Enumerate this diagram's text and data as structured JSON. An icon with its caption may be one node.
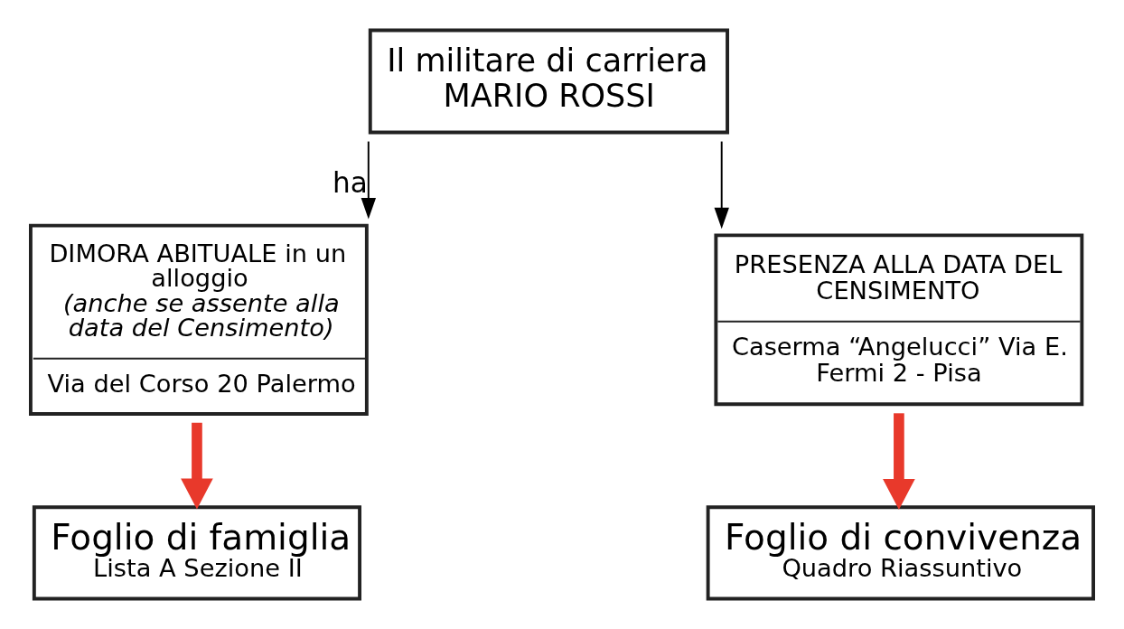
{
  "diagram": {
    "nodes": [
      {
        "text": [
          "Il militare di carriera",
          "MARIO ROSSI"
        ]
      },
      {
        "text": [
          "DIMORA ABITUALE in un alloggio",
          "(anche se assente alla data del Censimento)",
          "Via del Corso 20 Palermo"
        ]
      },
      {
        "text": [
          "PRESENZA ALLA DATA DEL CENSIMENTO",
          "Caserma “Angelucci” Via E. Fermi 2 - Pisa"
        ]
      },
      {
        "text": [
          "Foglio di famiglia",
          "Lista A Sezione II"
        ]
      },
      {
        "text": [
          "Foglio di convivenza",
          "Quadro Riassuntivo"
        ]
      }
    ],
    "edges": [
      {
        "from": 0,
        "to": 1,
        "arrow": "to",
        "label": "ha"
      },
      {
        "from": 0,
        "to": 2,
        "arrow": "to"
      },
      {
        "from": 1,
        "to": 3,
        "arrow": "to",
        "style": "thick",
        "color": "#e8392b"
      },
      {
        "from": 2,
        "to": 4,
        "arrow": "to",
        "style": "thick",
        "color": "#e8392b"
      }
    ]
  }
}
